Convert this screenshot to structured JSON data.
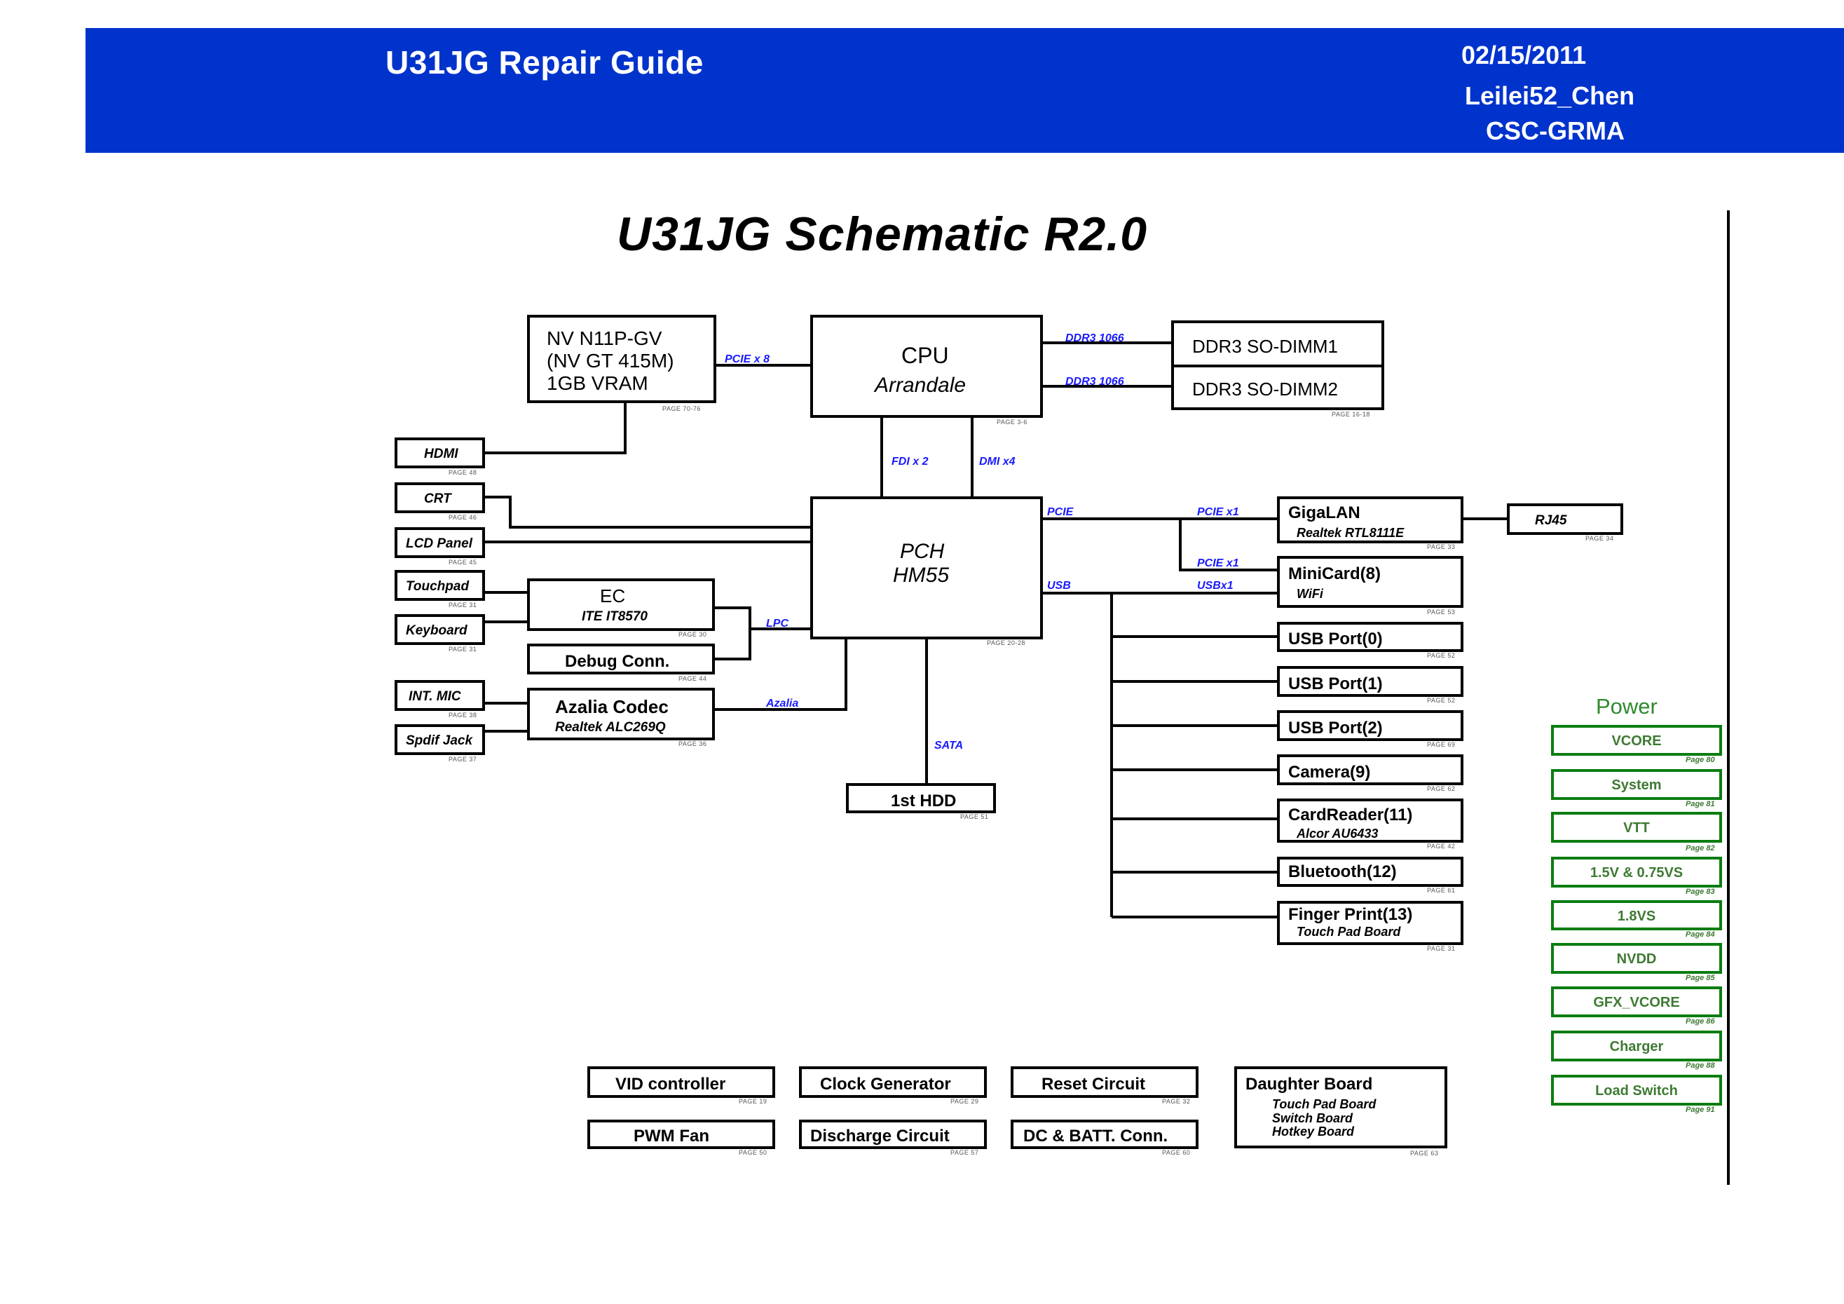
{
  "header": {
    "title": "U31JG Repair Guide",
    "date": "02/15/2011",
    "author": "Leilei52_Chen",
    "dept": "CSC-GRMA"
  },
  "schematic": {
    "title": "U31JG Schematic R2.0",
    "gpu": {
      "line1": "NV N11P-GV",
      "line2": "(NV GT 415M)",
      "line3": "1GB VRAM",
      "page": "PAGE 70-76"
    },
    "cpu": {
      "line1": "CPU",
      "line2": "Arrandale",
      "page": "PAGE 3-6"
    },
    "dimm1": {
      "label": "DDR3 SO-DIMM1"
    },
    "dimm2": {
      "label": "DDR3 SO-DIMM2",
      "page": "PAGE 16-18"
    },
    "pch": {
      "line1": "PCH",
      "line2": "HM55",
      "page": "PAGE 20-28"
    },
    "hdmi": {
      "label": "HDMI",
      "page": "PAGE 48"
    },
    "crt": {
      "label": "CRT",
      "page": "PAGE 46"
    },
    "lcd": {
      "label": "LCD Panel",
      "page": "PAGE 45"
    },
    "touchpad": {
      "label": "Touchpad",
      "page": "PAGE 31"
    },
    "keyboard": {
      "label": "Keyboard",
      "page": "PAGE 31"
    },
    "ec": {
      "line1": "EC",
      "line2": "ITE IT8570",
      "page": "PAGE 30"
    },
    "debug": {
      "label": "Debug Conn.",
      "page": "PAGE 44"
    },
    "mic": {
      "label": "INT. MIC",
      "page": "PAGE 38"
    },
    "spdif": {
      "label": "Spdif Jack",
      "page": "PAGE 37"
    },
    "codec": {
      "line1": "Azalia Codec",
      "line2": "Realtek ALC269Q",
      "page": "PAGE 36"
    },
    "hdd": {
      "label": "1st HDD",
      "page": "PAGE 51"
    },
    "gigalan": {
      "line1": "GigaLAN",
      "line2": "Realtek RTL8111E",
      "page": "PAGE 33"
    },
    "rj45": {
      "label": "RJ45",
      "page": "PAGE 34"
    },
    "minicard": {
      "line1": "MiniCard(8)",
      "line2": "WiFi",
      "page": "PAGE 53"
    },
    "usb0": {
      "label": "USB Port(0)",
      "page": "PAGE 52"
    },
    "usb1": {
      "label": "USB Port(1)",
      "page": "PAGE 52"
    },
    "usb2": {
      "label": "USB Port(2)",
      "page": "PAGE 69"
    },
    "camera": {
      "label": "Camera(9)",
      "page": "PAGE 62"
    },
    "cardreader": {
      "line1": "CardReader(11)",
      "line2": "Alcor AU6433",
      "page": "PAGE 42"
    },
    "bluetooth": {
      "label": "Bluetooth(12)",
      "page": "PAGE 61"
    },
    "fingerprint": {
      "line1": "Finger Print(13)",
      "line2": "Touch Pad Board",
      "page": "PAGE 31"
    },
    "buses": {
      "pcie_x8": "PCIE x 8",
      "ddr3_1": "DDR3 1066",
      "ddr3_2": "DDR3 1066",
      "fdi": "FDI x 2",
      "dmi": "DMI x4",
      "pcie": "PCIE",
      "pcie_x1_a": "PCIE x1",
      "pcie_x1_b": "PCIE x1",
      "usb": "USB",
      "usbx1": "USBx1",
      "lpc": "LPC",
      "azalia": "Azalia",
      "sata": "SATA"
    },
    "misc": [
      {
        "label": "VID controller",
        "page": "PAGE 19"
      },
      {
        "label": "Clock Generator",
        "page": "PAGE 29"
      },
      {
        "label": "Reset Circuit",
        "page": "PAGE 32"
      },
      {
        "label": "PWM Fan",
        "page": "PAGE 50"
      },
      {
        "label": "Discharge Circuit",
        "page": "PAGE 57"
      },
      {
        "label": "DC & BATT. Conn.",
        "page": "PAGE 60"
      }
    ],
    "daughter": {
      "title": "Daughter Board",
      "items": [
        "Touch Pad Board",
        "Switch Board",
        "Hotkey Board"
      ],
      "page": "PAGE 63"
    }
  },
  "power": {
    "title": "Power",
    "items": [
      {
        "label": "VCORE",
        "page": "Page 80"
      },
      {
        "label": "System",
        "page": "Page 81"
      },
      {
        "label": "VTT",
        "page": "Page 82"
      },
      {
        "label": "1.5V & 0.75VS",
        "page": "Page 83"
      },
      {
        "label": "1.8VS",
        "page": "Page 84"
      },
      {
        "label": "NVDD",
        "page": "Page 85"
      },
      {
        "label": "GFX_VCORE",
        "page": "Page 86"
      },
      {
        "label": "Charger",
        "page": "Page 88"
      },
      {
        "label": "Load Switch",
        "page": "Page 91"
      }
    ]
  },
  "colors": {
    "banner": "#0033cc",
    "bus_label": "#1a1aff",
    "power": "#0a7d10"
  }
}
